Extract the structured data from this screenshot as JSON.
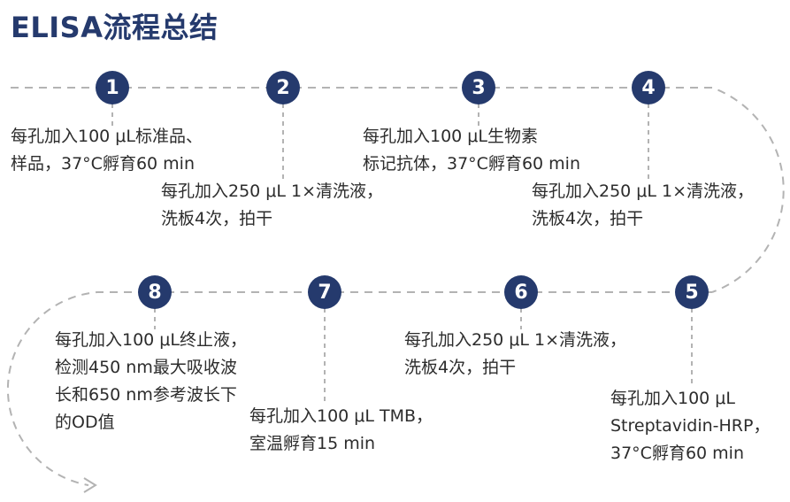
{
  "title": "ELISA流程总结",
  "colors": {
    "accent": "#253a6d",
    "dash": "#b3b3b3"
  },
  "steps": [
    {
      "number": "1",
      "text": "每孔加入100 μL标准品、\n样品，37°C孵育60 min"
    },
    {
      "number": "2",
      "text": "每孔加入250 μL 1×清洗液，\n洗板4次，拍干"
    },
    {
      "number": "3",
      "text": "每孔加入100 μL生物素\n标记抗体，37°C孵育60 min"
    },
    {
      "number": "4",
      "text": "每孔加入250 μL 1×清洗液，\n洗板4次，拍干"
    },
    {
      "number": "5",
      "text": "每孔加入100 μL\nStreptavidin-HRP，\n37°C孵育60 min"
    },
    {
      "number": "6",
      "text": "每孔加入250 μL 1×清洗液，\n洗板4次，拍干"
    },
    {
      "number": "7",
      "text": "每孔加入100 μL TMB，\n室温孵育15 min"
    },
    {
      "number": "8",
      "text": "每孔加入100 μL终止液，\n检测450 nm最大吸收波\n长和650 nm参考波长下\n的OD值"
    }
  ]
}
